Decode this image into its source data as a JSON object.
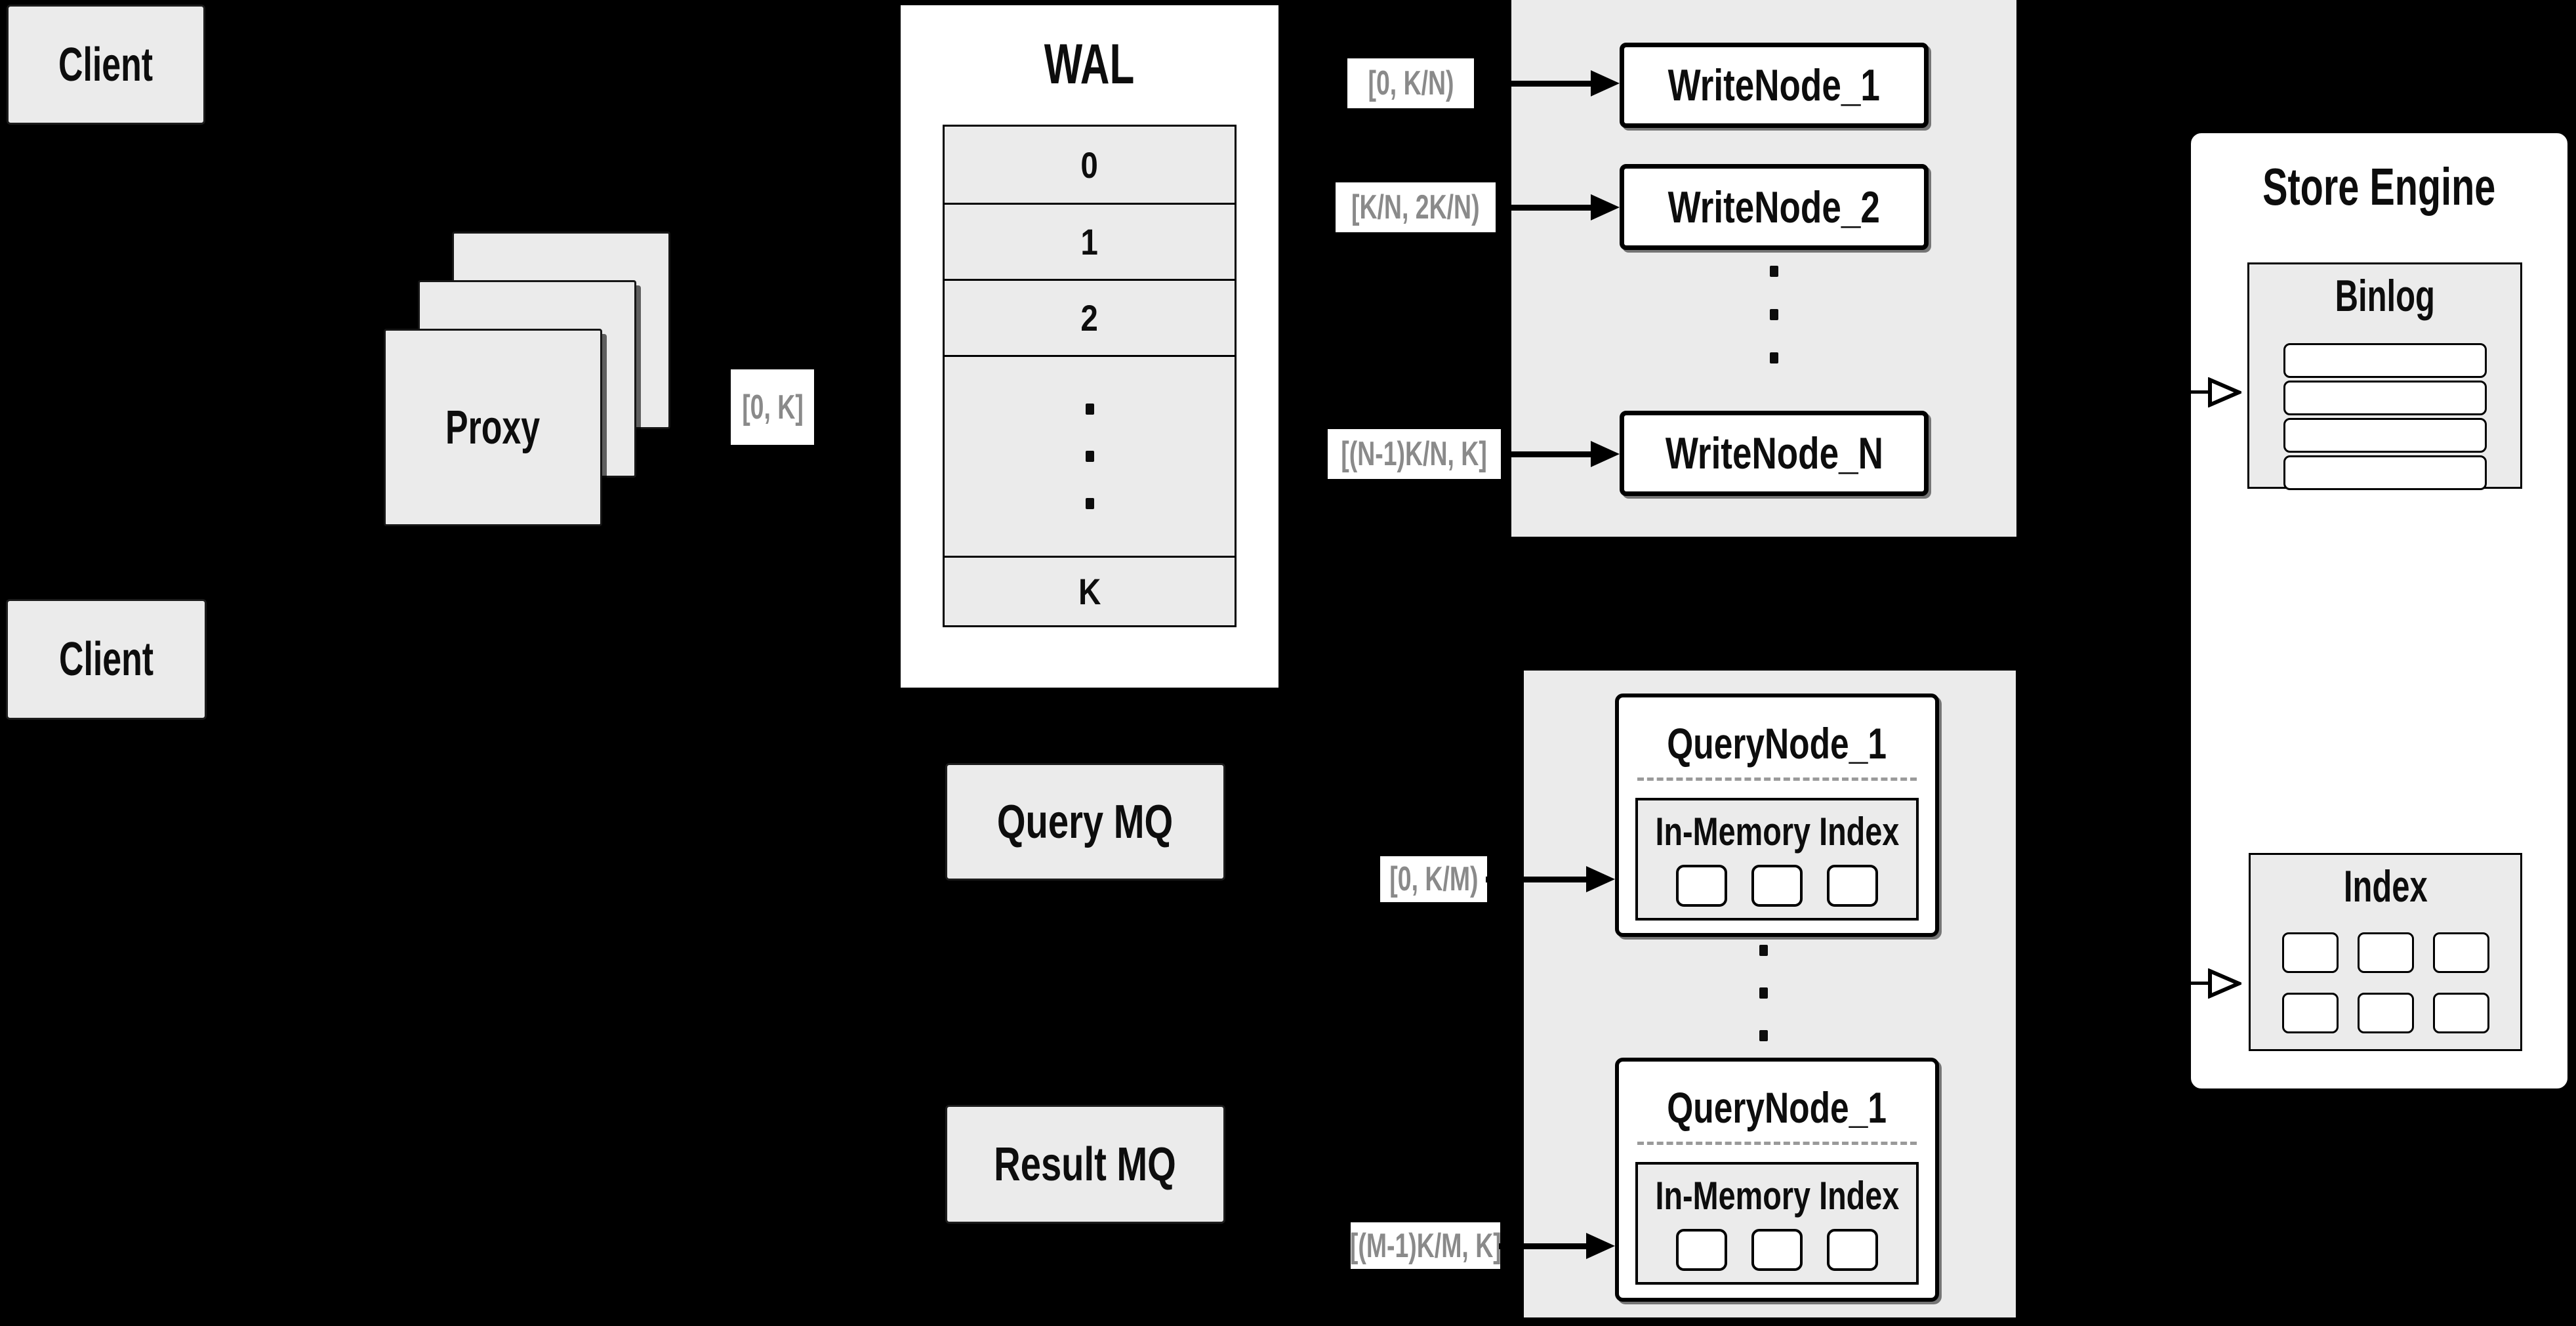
{
  "diagram": {
    "clients": {
      "top": "Client",
      "bottom": "Client"
    },
    "proxy": {
      "label": "Proxy",
      "range": "[0, K]"
    },
    "wal": {
      "title": "WAL",
      "segments": [
        "0",
        "1",
        "2"
      ],
      "last_segment": "K"
    },
    "write_nodes": {
      "items": [
        {
          "label": "WriteNode_1",
          "range": "[0,  K/N)"
        },
        {
          "label": "WriteNode_2",
          "range": "[K/N, 2K/N)"
        },
        {
          "label": "WriteNode_N",
          "range": "[(N-1)K/N,  K]"
        }
      ]
    },
    "mq": {
      "query": "Query MQ",
      "result": "Result MQ"
    },
    "query_nodes": {
      "items": [
        {
          "label": "QueryNode_1",
          "inner_title": "In-Memory Index",
          "range": "[0, K/M)"
        },
        {
          "label": "QueryNode_1",
          "inner_title": "In-Memory Index",
          "range": "[(M-1)K/M, K]"
        }
      ]
    },
    "store_engine": {
      "title": "Store Engine",
      "binlog_title": "Binlog",
      "index_title": "Index"
    },
    "colors": {
      "background": "#000000",
      "panel": "#ebebeb",
      "box_fill": "#ffffff",
      "line": "#000000",
      "muted_text": "#8a8a8a"
    }
  }
}
